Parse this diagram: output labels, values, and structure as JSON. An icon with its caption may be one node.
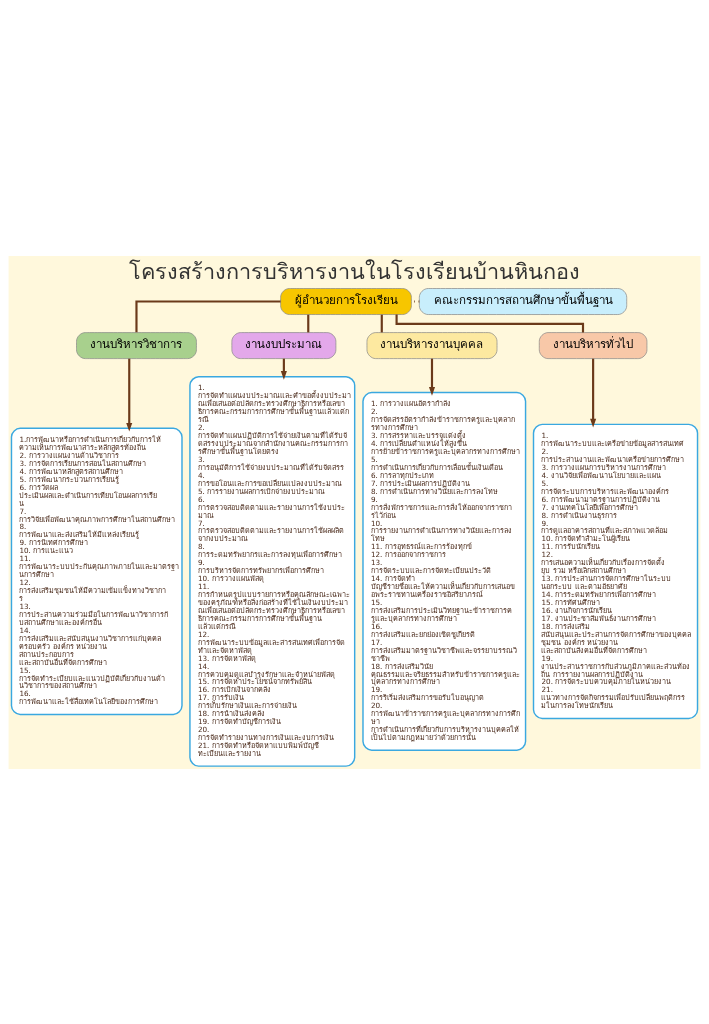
{
  "diagram": {
    "title": "โครงสร้างการบริหารงานในโรงเรียนบ้านหินกอง",
    "nodes": [
      {
        "text": [
          "ผู้อำนวยการโรงเรียน"
        ]
      },
      {
        "text": [
          "คณะกรรมการสถานศึกษาขั้นพื้นฐาน"
        ]
      },
      {
        "text": [
          "งานบริหารวิชาการ"
        ]
      },
      {
        "text": [
          "งานงบประมาณ"
        ]
      },
      {
        "text": [
          "งานบริหารงานบุคคล"
        ]
      },
      {
        "text": [
          "งานบริหารทั่วไป"
        ]
      },
      {
        "text": [
          "1.การพัฒนาหรือการดำเนินการเกี่ยวกับการให้ความเห็นการพัฒนาสาระหลักสูตรท้องถิ่น",
          "2. การวางแผนงานด้านวิชาการ",
          "3. การจัดการเรียนการสอนในสถานศึกษา",
          "4. การพัฒนาหลักสูตรสถานศึกษา",
          "5. การพัฒนากระบวนการเรียนรู้",
          "6. การวัดผล ประเมินผลและดำเนินการเทียบโอนผลการเรียน",
          "7. การวิจัยเพื่อพัฒนาคุณภาพการศึกษาในสถานศึกษา",
          "8. การพัฒนาและส่งเสริมให้มีแหล่งเรียนรู้",
          "9. การนิเทศการศึกษา",
          "10. การแนะแนว",
          "11. การพัฒนาระบบประกันคุณภาพภายในและมาตรฐานการศึกษา",
          "12. การส่งเสริมชุมชนให้มีความเข้มแข็งทางวิชาการ",
          "13. การประสานความร่วมมือในการพัฒนาวิชาการกับสถานศึกษาและองค์กรอื่น",
          "14. การส่งเสริมและสนับสนุนงานวิชาการแก่บุคคล ครอบครัว องค์กร หน่วยงาน สถานประกอบการ และสถาบันอื่นที่จัดการศึกษา",
          "15. การจัดทำระเบียบและแนวปฏิบัติเกี่ยวกับงานด้านวิชาการของสถานศึกษา",
          "16. การพัฒนาและใช้สื่อเทคโนโลยีของการศึกษา"
        ]
      },
      {
        "text": [
          "1. การจัดทำแผนงบประมาณและคำขอตั้งงบประมาณเพื่อเสนอต่อปลัดกระทรวงศึกษาธิการหรือเลขาธิการคณะกรรมการการศึกษาขั้นพื้นฐานแล้วแต่กรณี",
          "2. การจัดทำแผนปฏิบัติการใช้จ่ายเงินตามที่ได้รับจัดสรรงบประมาณจากสำนักงานคณะกรรมการการศึกษาขั้นพื้นฐานโดยตรง",
          "3. การอนุมัติการใช้จ่ายงบประมาณที่ได้รับจัดสรร",
          "4. การขอโอนและการขอเปลี่ยนแปลงงบประมาณ",
          "5. การรายงานผลการเบิกจ่ายงบประมาณ",
          "6. การตรวจสอบติดตามและรายงานการใช้งบประมาณ",
          "7. การตรวจสอบติดตามและรายงานการใช้ผลผลิตจากงบประมาณ",
          "8. การระดมทรัพยากรและการลงทุนเพื่อการศึกษา",
          "9. การบริหารจัดการทรัพยากรเพื่อการศึกษา",
          "10. การวางแผนพัสดุ",
          "11. การกำหนดรูปแบบรายการหรือคุณลักษณะเฉพาะของครุภัณฑ์หรือสิ่งก่อสร้างที่ใช้ในเงินงบประมาณเพื่อเสนอต่อปลัดกระทรวงศึกษาธิการหรือเลขาธิการคณะกรรมการการศึกษาขั้นพื้นฐาน แล้วแต่กรณี",
          "12. การพัฒนาระบบข้อมูลและสารสนเทศเพื่อการจัดทำและจัดหาพัสดุ",
          "13. การจัดหาพัสดุ",
          "14. การควบคุมดูแลบำรุงรักษาและจำหน่ายพัสดุ",
          "15. การจัดหาประโยชน์จากทรัพย์สิน",
          "16. การเบิกเงินจากคลัง",
          "17. การรับเงิน การเก็บรักษาเงินและการจ่ายเงิน",
          "18. การนำเงินส่งคลัง",
          "19. การจัดทำบัญชีการเงิน",
          "20. การจัดทำรายงานทางการเงินและงบการเงิน",
          "21. การจัดทำหรือจัดหาแบบพิมพ์บัญชี ทะเบียนและรายงาน"
        ]
      },
      {
        "text": [
          "1. การวางแผนอัตรากำลัง",
          "2. การจัดสรรอัตรากำลังข้าราชการครูและบุคลากรทางการศึกษา",
          "3. การสรรหาและบรรจุแต่งตั้ง",
          "4. การเปลี่ยนตำแหน่งให้สูงขึ้น การย้ายข้าราชการครูและบุคลากรทางการศึกษา",
          "5. การดำเนินการเกี่ยวกับการเลื่อนขั้นเงินเดือน",
          "6. การลาทุกประเภท",
          "7. การประเมินผลการปฏิบัติงาน",
          "8. การดำเนินการทางวินัยและการลงโทษ",
          "9. การสั่งพักราชการและการสั่งให้ออกจากราชการไว้ก่อน",
          "10. การรายงานการดำเนินการทางวินัยและการลงโทษ",
          "11. การอุทธรณ์และการร้องทุกข์",
          "12. การออกจากราชการ",
          "13. การจัดระบบและการจัดทะเบียนประวัติ",
          "14. การจัดทำ บัญชีรายชื่อและให้ความเห็นเกี่ยวกับการเสนอขอพระราชทานเครื่องราชอิสริยาภรณ์",
          "15. การส่งเสริมการประเมินวิทยฐานะข้าราชการครูและบุคลากรทางการศึกษา",
          "16. การส่งเสริมและยกย่องเชิดชูเกียรติ",
          "17. การส่งเสริมมาตรฐานวิชาชีพและจรรยาบรรณวิชาชีพ",
          "18. การส่งเสริมวินัย คุณธรรมและจริยธรรมสำหรับข้าราชการครูและบุคลากรทางการศึกษา",
          "19. การริเริ่มส่งเสริมการขอรับใบอนุญาต",
          "20. การพัฒนาข้าราชการครูและบุคลากรทางการศึกษา การดำเนินการที่เกี่ยวกับการบริหารงานบุคคลให้เป็นไปตามกฎหมายว่าด้วยการนั้น"
        ]
      },
      {
        "text": [
          "1. การพัฒนาระบบและเครือข่ายข้อมูลสารสนเทศ",
          "2. การประสานงานและพัฒนาเครือข่ายการศึกษา",
          "3. การวางแผนการบริหารงานการศึกษา",
          "4. งานวิจัยเพื่อพัฒนานโยบายและแผน",
          "5. การจัดระบบการบริหารและพัฒนาองค์กร",
          "6. การพัฒนามาตรฐานการปฏิบัติงาน",
          "7. งานเทคโนโลยีเพื่อการศึกษา",
          "8. การดำเนินงานธุรการ",
          "9. การดูแลอาคารสถานที่และสภาพแวดล้อม",
          "10. การจัดทำสำมะโนผู้เรียน",
          "11. การรับนักเรียน",
          "12. การเสนอความเห็นเกี่ยวกับเรื่องการจัดตั้ง ยุบ รวม หรือเลิกสถานศึกษา",
          "13. การประสานการจัดการศึกษาในระบบ นอกระบบ และตามอัธยาศัย",
          "14. การระดมทรัพยากรเพื่อการศึกษา",
          "15. การทัศนศึกษา",
          "16. งานกิจการนักเรียน",
          "17. งานประชาสัมพันธ์งานการศึกษา",
          "18. การส่งเสริม สนับสนุนและประสานการจัดการศึกษาของบุคคล ชุมชน องค์กร หน่วยงาน และสถาบันสังคมอื่นที่จัดการศึกษา",
          "19. งานประสานราชการกับส่วนภูมิภาคและส่วนท้องถิ่น การรายงานผลการปฏิบัติงาน",
          "20. การจัดระบบควบคุมภายในหน่วยงาน",
          "21. แนวทางการจัดกิจกรรมเพื่อปรับเปลี่ยนพฤติกรรมในการลงโทษนักเรียน"
        ]
      }
    ],
    "edges": [
      {
        "from": 0,
        "to": 2,
        "arrow": "none"
      },
      {
        "from": 0,
        "to": 3,
        "arrow": "none"
      },
      {
        "from": 0,
        "to": 4,
        "arrow": "none"
      },
      {
        "from": 0,
        "to": 5,
        "arrow": "none"
      },
      {
        "from": 1,
        "to": 0,
        "arrow": "none",
        "style": "dashed"
      },
      {
        "from": 2,
        "to": 6,
        "arrow": "to"
      },
      {
        "from": 3,
        "to": 7,
        "arrow": "to"
      },
      {
        "from": 4,
        "to": 8,
        "arrow": "to"
      },
      {
        "from": 5,
        "to": 9,
        "arrow": "to"
      }
    ]
  }
}
